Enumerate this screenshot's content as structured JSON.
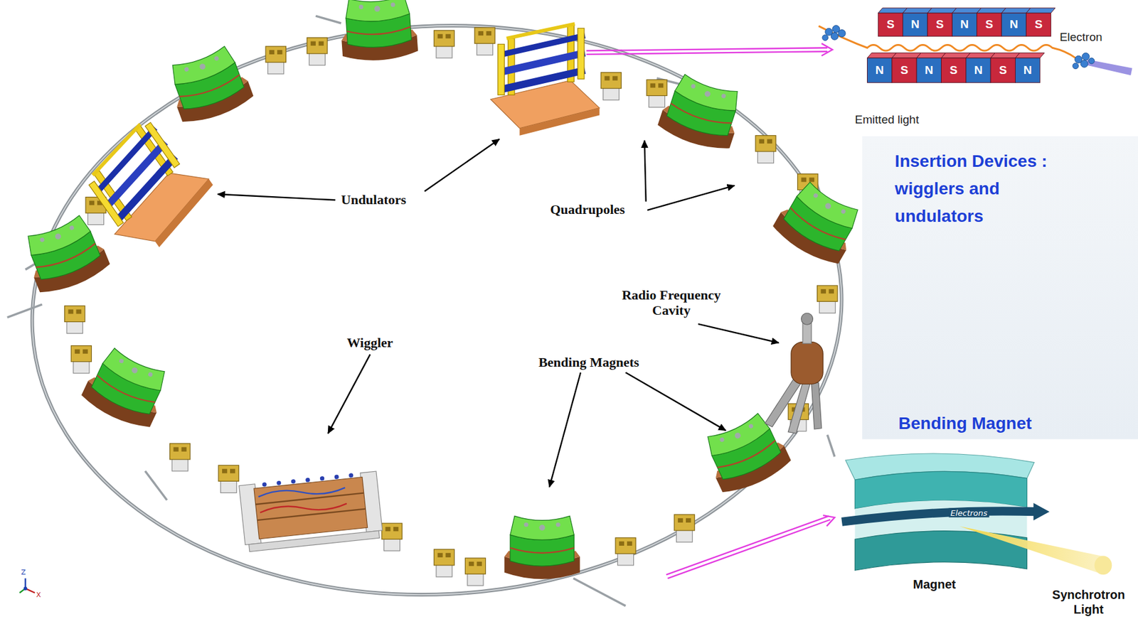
{
  "diagram": {
    "labels": [
      "S",
      "N",
      "S",
      "N",
      "S",
      "N",
      "S",
      "Electron",
      "N",
      "S",
      "N",
      "S",
      "N",
      "S",
      "N",
      "Emitted light",
      "Insertion Devices : wigglers and undulators",
      "Undulators",
      "Quadrupoles",
      "Radio Frequency Cavity",
      "Wiggler",
      "Bending Magnets",
      "Bending Magnet",
      "Electrons",
      "Magnet",
      "Synchrotron Light",
      "Z",
      "X"
    ]
  }
}
